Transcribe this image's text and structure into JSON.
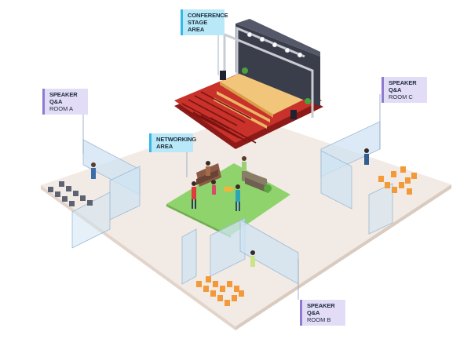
{
  "labels": {
    "stage": {
      "line1": "CONFERENCE",
      "line2": "STAGE AREA"
    },
    "roomA": {
      "line1": "SPEAKER Q&A",
      "line2": "ROOM A"
    },
    "roomC": {
      "line1": "SPEAKER Q&A",
      "line2": "ROOM C"
    },
    "networking": {
      "line1": "NETWORKING",
      "line2": "AREA"
    },
    "roomB": {
      "line1": "SPEAKER Q&A",
      "line2": "ROOM B"
    }
  },
  "colors": {
    "floor": "#f1e9e3",
    "floor_edge": "#e4d7cd",
    "stage_wood": "#f2c77a",
    "seats_red": "#b3231f",
    "truss": "#c9ccd3",
    "backdrop": "#3a3d4a",
    "lawn": "#8ed36b",
    "glass": "#cfe3f3",
    "label_purple": "#e3dcf6",
    "label_blue": "#b9e9f8",
    "chair_orange": "#f29a3a",
    "chair_gray": "#5d6373"
  }
}
